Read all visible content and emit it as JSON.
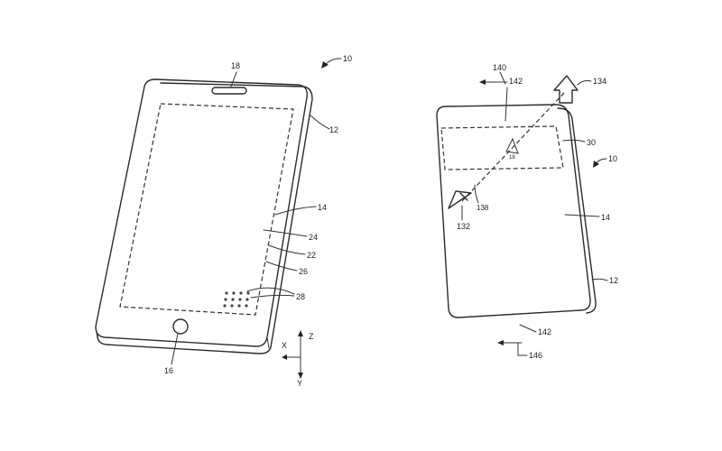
{
  "figure_left": {
    "labels": {
      "device": "10",
      "housing": "12",
      "display": "14",
      "button": "16",
      "speaker": "18",
      "l24": "24",
      "l22": "22",
      "l26": "26",
      "l28": "28"
    },
    "axes": {
      "x": "X",
      "z": "Z",
      "y": "Y"
    }
  },
  "figure_right": {
    "labels": {
      "device": "10",
      "housing": "12",
      "display": "14",
      "l30": "30",
      "l132": "132",
      "l134": "134",
      "l138": "138",
      "l140": "140",
      "l142_top": "142",
      "l142_bottom": "142",
      "l146": "146",
      "l18": "18"
    }
  }
}
